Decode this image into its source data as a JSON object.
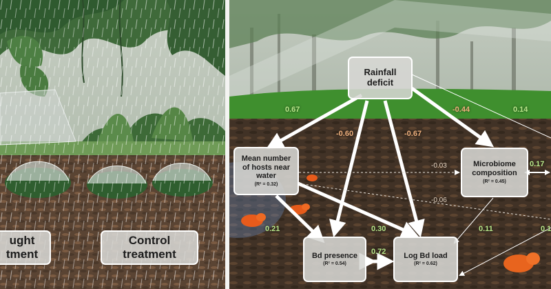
{
  "left_panel": {
    "drought_box": {
      "line1": "ught",
      "line2": "tment"
    },
    "control_box": {
      "line1": "Control",
      "line2": "treatment"
    }
  },
  "diagram": {
    "nodes": {
      "rainfall": {
        "line1": "Rainfall",
        "line2": "deficit"
      },
      "hosts": {
        "line1": "Mean number",
        "line2": "of hosts near",
        "line3": "water",
        "r2": "(R² = 0.32)"
      },
      "microbiome": {
        "line1": "Microbiome",
        "line2": "composition",
        "r2": "(R² = 0.45)"
      },
      "bd_presence": {
        "line1": "Bd presence",
        "r2": "(R² = 0.54)"
      },
      "bd_load": {
        "line1": "Log Bd load",
        "r2": "(R² = 0.62)"
      }
    },
    "coefficients": {
      "rain_hosts": "0.67",
      "rain_presence": "-0.60",
      "rain_load": "-0.67",
      "rain_micro": "-0.44",
      "rain_right": "0.14",
      "hosts_micro": "-0.03",
      "hosts_right": "-0.06",
      "hosts_presence": "0.21",
      "hosts_load": "0.30",
      "micro_load": "0.11",
      "micro_right": "0.17",
      "presence_load": "0.72",
      "right_edge": "0.1"
    }
  },
  "colors": {
    "positive_coef": "#b9e88a",
    "negative_coef": "#f2b27e",
    "box_fill": "#d7d7d4",
    "divider": "#f4f4f2"
  }
}
